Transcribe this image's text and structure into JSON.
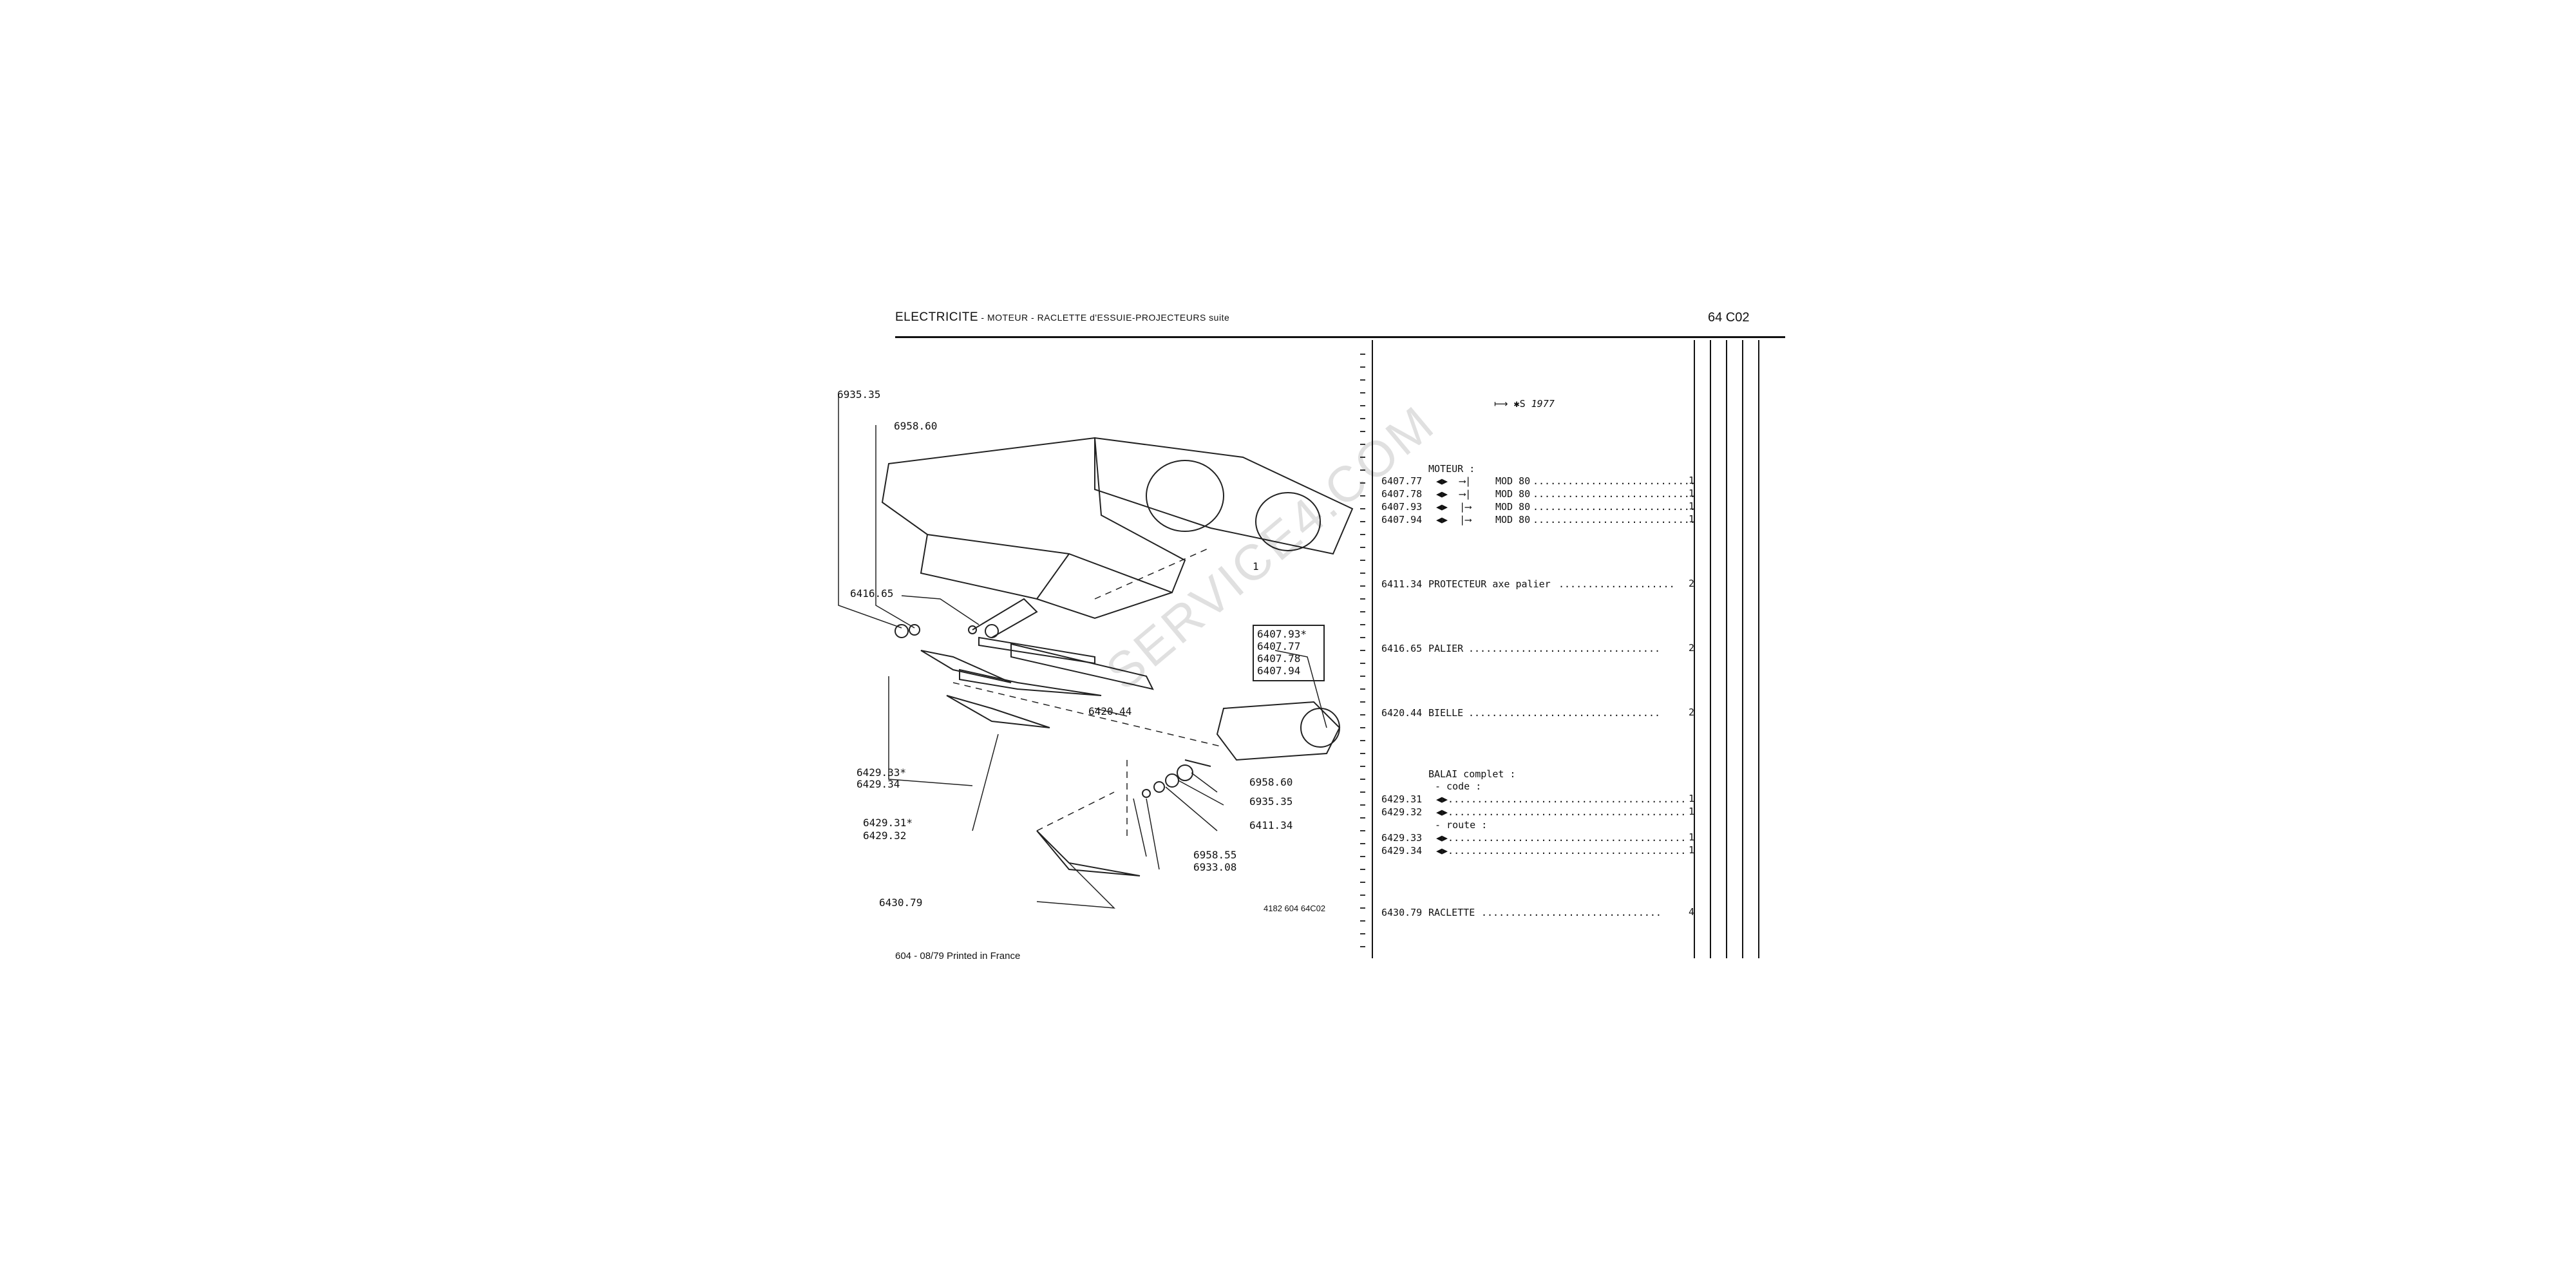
{
  "header": {
    "title": "ELECTRICITE",
    "title_rest": " - MOTEUR - RACLETTE d'ESSUIE-PROJECTEURS suite",
    "code": "64 C02"
  },
  "diagram": {
    "callouts": {
      "c6935_35_top": "6935.35",
      "c6958_60_top": "6958.60",
      "c6416_65": "6416.65",
      "c6420_44": "6420.44",
      "c6429_33": "6429.33*",
      "c6429_34": "6429.34",
      "c6429_31": "6429.31*",
      "c6429_32": "6429.32",
      "c6430_79": "6430.79",
      "c6407_93": "6407.93*",
      "c6407_77": "6407.77",
      "c6407_78": "6407.78",
      "c6407_94": "6407.94",
      "c6958_60_r": "6958.60",
      "c6935_35_r": "6935.35",
      "c6411_34": "6411.34",
      "c6958_55": "6958.55",
      "c6933_08": "6933.08",
      "label_1": "1"
    },
    "ref_code": "4182 604 64C02"
  },
  "footer": "604 - 08/79 Printed in France",
  "watermark": "SERVICE4.COM",
  "parts_list": {
    "header_note": "1977",
    "groups": [
      {
        "heading": "MOTEUR :",
        "rows": [
          {
            "ref": "6407.77",
            "desc": "MOD 80",
            "qty": "1"
          },
          {
            "ref": "6407.78",
            "desc": "MOD 80",
            "qty": "1"
          },
          {
            "ref": "6407.93",
            "desc": "MOD 80",
            "qty": "1"
          },
          {
            "ref": "6407.94",
            "desc": "MOD 80",
            "qty": "1"
          }
        ]
      },
      {
        "rows": [
          {
            "ref": "6411.34",
            "desc": "PROTECTEUR axe palier",
            "qty": "2"
          }
        ]
      },
      {
        "rows": [
          {
            "ref": "6416.65",
            "desc": "PALIER",
            "qty": "2"
          }
        ]
      },
      {
        "rows": [
          {
            "ref": "6420.44",
            "desc": "BIELLE",
            "qty": "2"
          }
        ]
      },
      {
        "heading": "BALAI complet :",
        "sub1": "- code :",
        "sub2": "- route :",
        "rows": [
          {
            "ref": "6429.31",
            "desc": "",
            "qty": "1"
          },
          {
            "ref": "6429.32",
            "desc": "",
            "qty": "1"
          },
          {
            "ref": "6429.33",
            "desc": "",
            "qty": "1"
          },
          {
            "ref": "6429.34",
            "desc": "",
            "qty": "1"
          }
        ]
      },
      {
        "rows": [
          {
            "ref": "6430.79",
            "desc": "RACLETTE",
            "qty": "4"
          }
        ]
      }
    ]
  }
}
